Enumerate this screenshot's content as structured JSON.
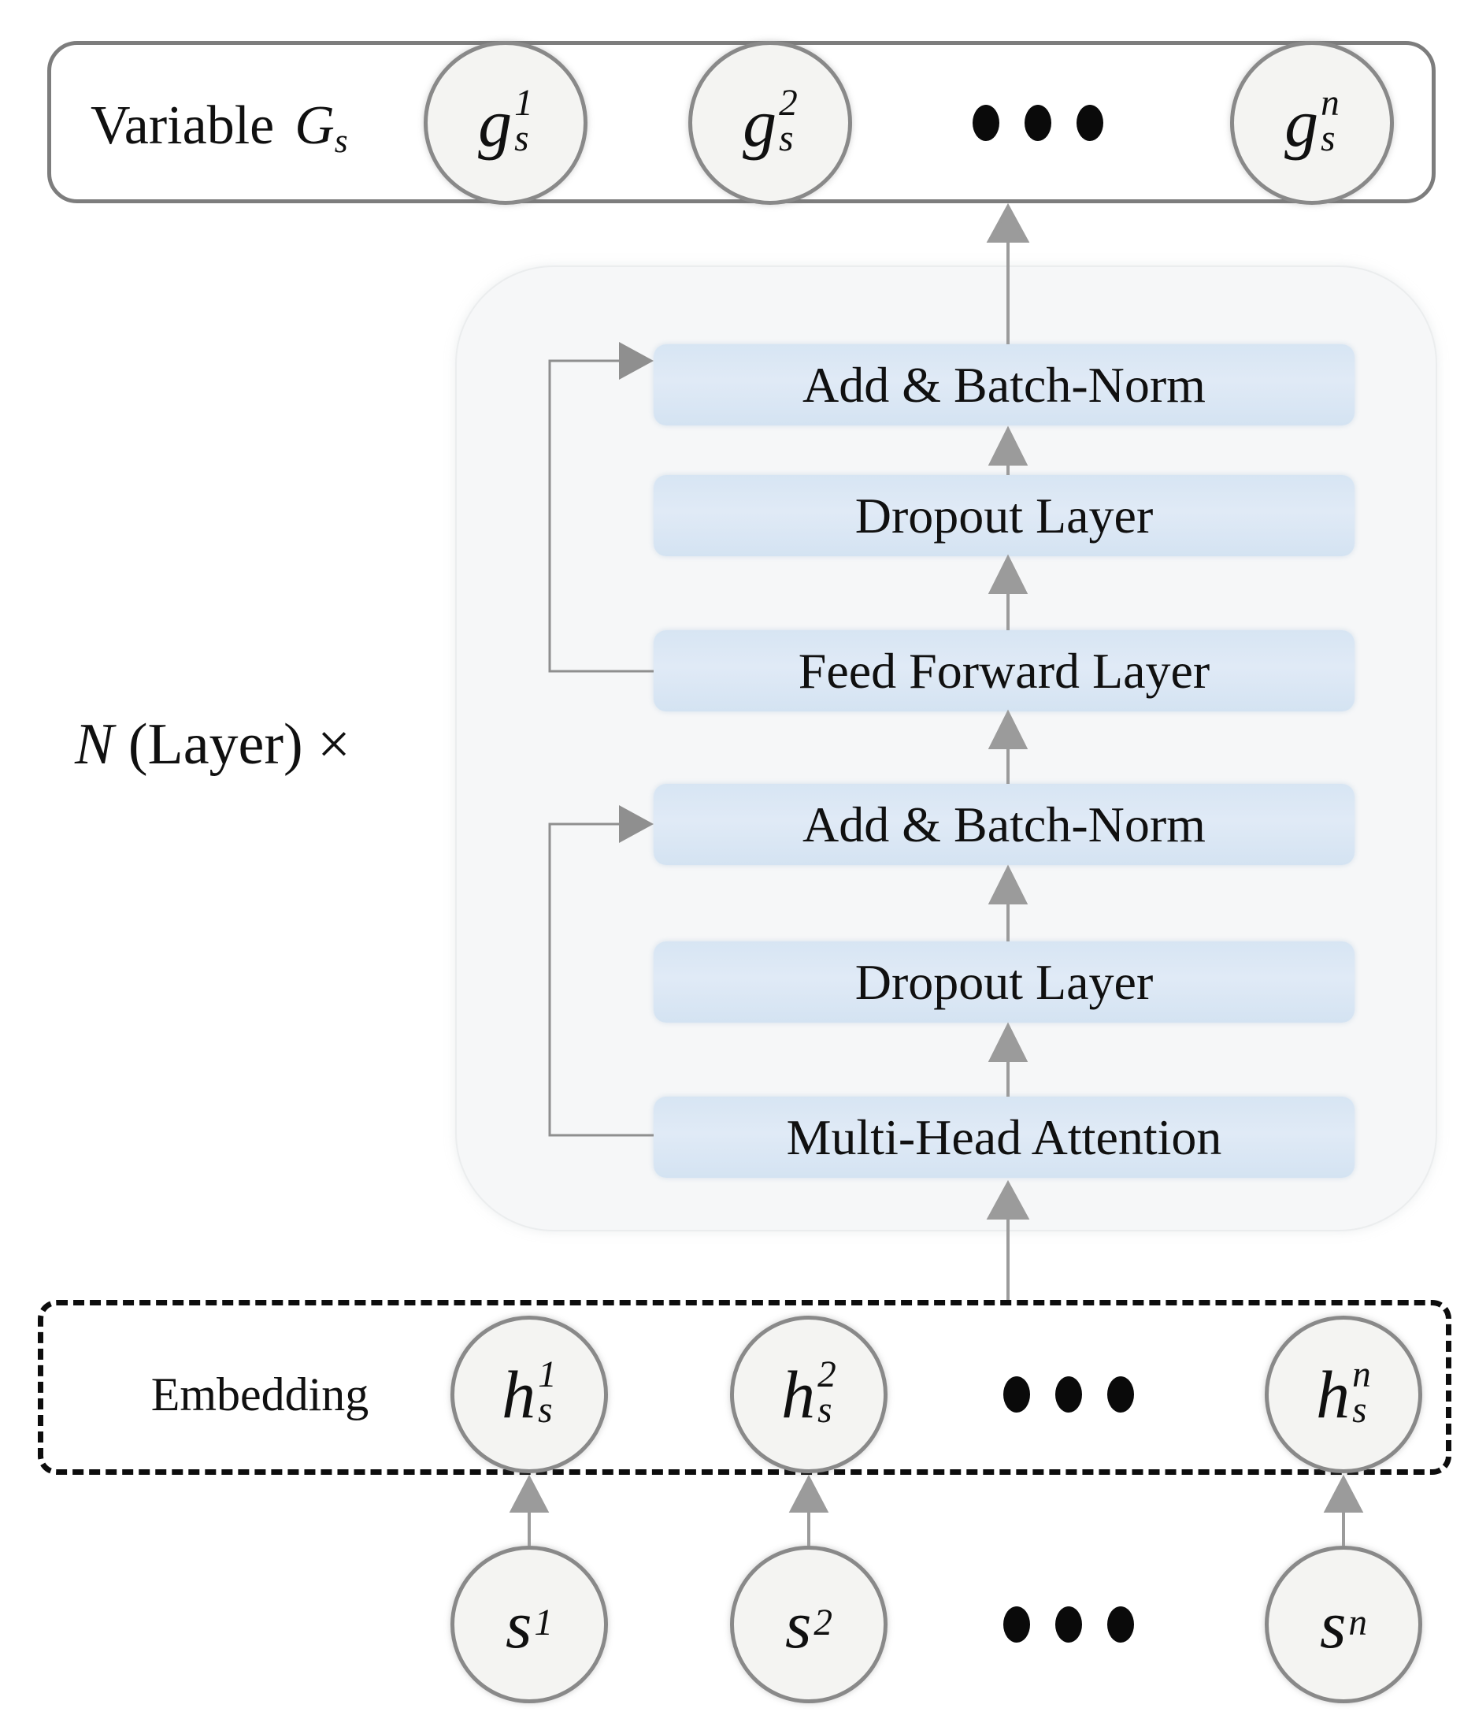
{
  "diagram": {
    "output_box": {
      "title": "Variable",
      "title_math": {
        "base": "G",
        "sub": "s"
      },
      "nodes": [
        {
          "base": "g",
          "sup": "1",
          "sub": "s"
        },
        {
          "base": "g",
          "sup": "2",
          "sub": "s"
        },
        {
          "base": "g",
          "sup": "n",
          "sub": "s"
        }
      ],
      "dots": "•••"
    },
    "encoder": {
      "multiplier_italic": "N",
      "multiplier_rest": "(Layer) ×",
      "layers": [
        "Add & Batch-Norm",
        "Dropout Layer",
        "Feed Forward Layer",
        "Add & Batch-Norm",
        "Dropout Layer",
        "Multi-Head Attention"
      ]
    },
    "embedding_box": {
      "label": "Embedding",
      "nodes": [
        {
          "base": "h",
          "sup": "1",
          "sub": "s"
        },
        {
          "base": "h",
          "sup": "2",
          "sub": "s"
        },
        {
          "base": "h",
          "sup": "n",
          "sub": "s"
        }
      ],
      "dots": "•••"
    },
    "inputs": {
      "nodes": [
        {
          "base": "s",
          "sup": "1",
          "sub": ""
        },
        {
          "base": "s",
          "sup": "2",
          "sub": ""
        },
        {
          "base": "s",
          "sup": "n",
          "sub": ""
        }
      ],
      "dots": "•••"
    }
  },
  "colors": {
    "layer_box_fill": "#d9e7f4",
    "container_fill": "#f6f7f8",
    "arrow_gray": "#9b9b9b",
    "skip_line_gray": "#8f8f8f",
    "circle_border": "#898989",
    "circle_fill": "#f4f4f2",
    "outline_gray": "#7d7d7d",
    "dash_black": "#0d0d0d"
  }
}
